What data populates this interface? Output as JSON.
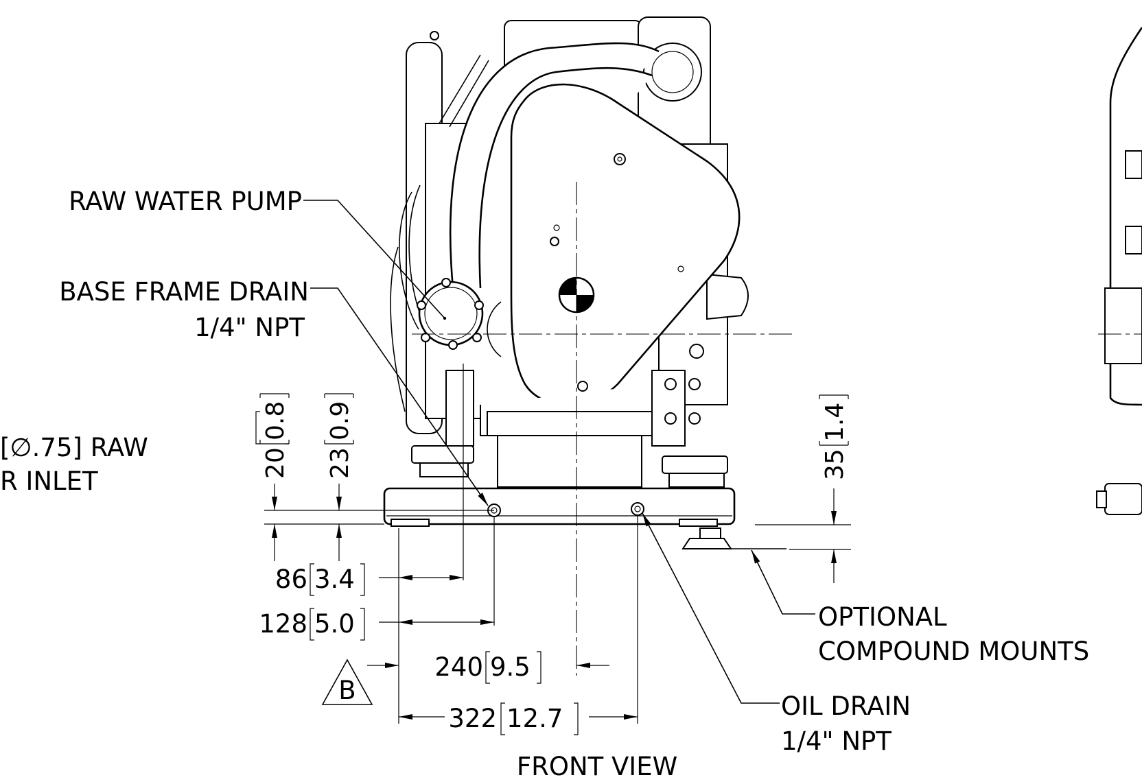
{
  "view_title": "FRONT VIEW",
  "callouts": {
    "raw_water_pump": "RAW WATER PUMP",
    "base_frame_drain": "BASE FRAME DRAIN",
    "base_frame_drain_size": "1/4\" NPT",
    "raw_inlet_line1": "[∅.75] RAW",
    "raw_inlet_line2": "R INLET",
    "optional_mounts_line1": "OPTIONAL",
    "optional_mounts_line2": "COMPOUND MOUNTS",
    "oil_drain": "OIL DRAIN",
    "oil_drain_size": "1/4\" NPT"
  },
  "datum": "B",
  "dimensions": {
    "d20": {
      "value": "20",
      "inch": "0.8"
    },
    "d23": {
      "value": "23",
      "inch": "0.9"
    },
    "d35": {
      "value": "35",
      "inch": "1.4"
    },
    "d86": {
      "value": "86",
      "inch": "3.4"
    },
    "d128": {
      "value": "128",
      "inch": "5.0"
    },
    "d240": {
      "value": "240",
      "inch": "9.5"
    },
    "d322": {
      "value": "322",
      "inch": "12.7"
    }
  },
  "colors": {
    "ink": "#000000",
    "paper": "#ffffff"
  }
}
